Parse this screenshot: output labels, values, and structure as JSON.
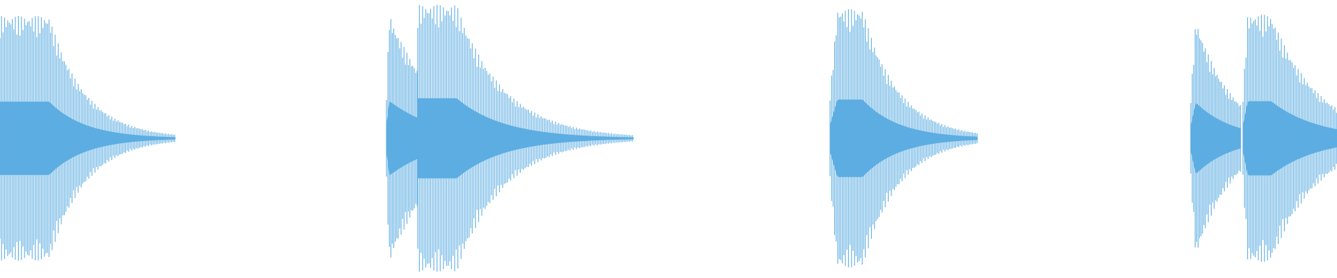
{
  "waveform": {
    "color": "#5DADE2",
    "background": "#FFFFFF",
    "events": [
      {
        "shape": "single-decay"
      },
      {
        "shape": "double-decay"
      },
      {
        "shape": "single-decay"
      },
      {
        "shape": "double-decay-cut"
      }
    ]
  }
}
